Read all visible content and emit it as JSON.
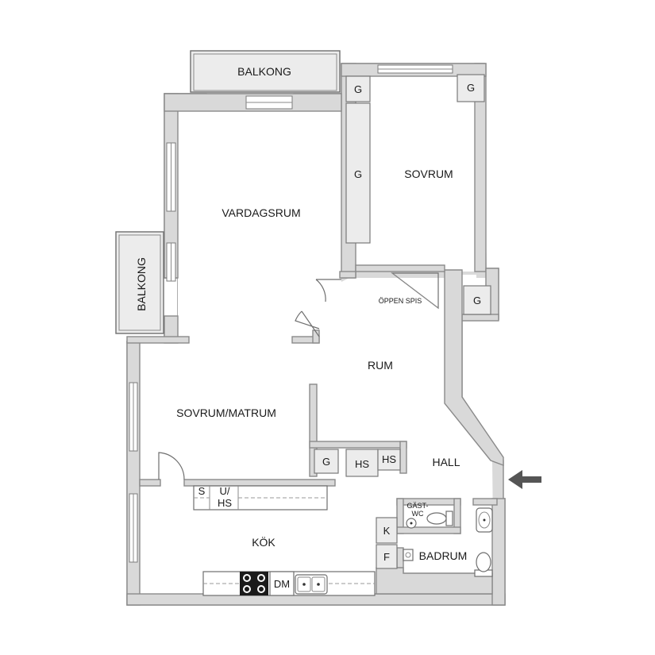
{
  "rooms": {
    "balkong_top": "BALKONG",
    "balkong_left": "BALKONG",
    "vardagsrum": "VARDAGSRUM",
    "sovrum": "SOVRUM",
    "oppen_spis": "ÖPPEN SPIS",
    "rum": "RUM",
    "sovrum_matrum": "SOVRUM/MATRUM",
    "hall": "HALL",
    "kok": "KÖK",
    "badrum": "BADRUM",
    "gast_wc_line1": "GÄST-",
    "gast_wc_line2": "WC"
  },
  "fixtures": {
    "wardrobe": "G",
    "linen_closet": "HS",
    "fridge": "K",
    "freezer": "F",
    "dishwasher": "DM",
    "shelf": "S",
    "u_hs_line1": "U/",
    "u_hs_line2": "HS"
  },
  "colors": {
    "wall": "#d9d9d9",
    "outline": "#8a8a8a",
    "arrow": "#555555"
  },
  "icons": {
    "entrance": "entrance-arrow-icon",
    "stove": "stove-icon",
    "sink": "sink-icon",
    "toilet": "toilet-icon",
    "washbasin": "washbasin-icon"
  }
}
